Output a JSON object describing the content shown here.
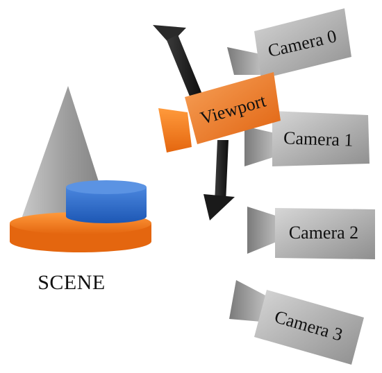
{
  "scene": {
    "label": "SCENE"
  },
  "viewport": {
    "label": "Viewport"
  },
  "cameras": [
    {
      "label": "Camera 0"
    },
    {
      "label": "Camera 1"
    },
    {
      "label": "Camera 2"
    },
    {
      "label": "Camera 3"
    }
  ],
  "colors": {
    "orange": "#f07b21",
    "blue": "#2f6fce",
    "gray_light": "#d8d8d8",
    "gray_dark": "#8a8a8a",
    "arrow": "#1c1c1c"
  }
}
